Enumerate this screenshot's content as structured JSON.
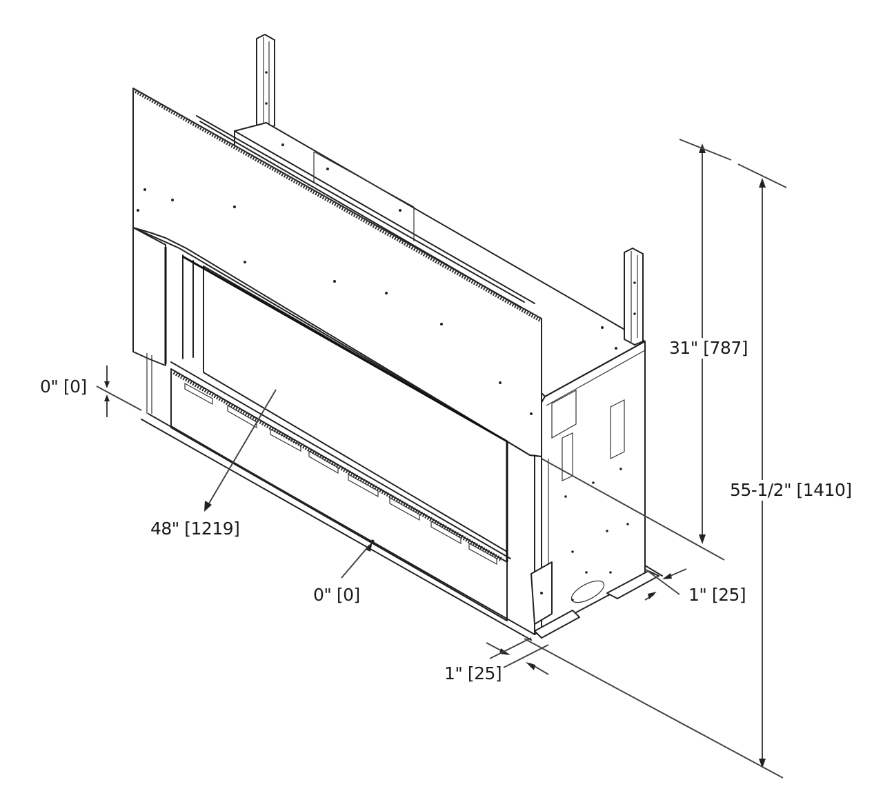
{
  "diagram": {
    "subject": "Linear fireplace unit with standoffs — isometric dimension drawing",
    "line_color": "#222222",
    "background": "#ffffff"
  },
  "dimensions": {
    "overall_height": {
      "label": "55-1/2\" [1410]",
      "imperial": "55-1/2\"",
      "metric_mm": 1410
    },
    "viewing_height": {
      "label": "31\" [787]",
      "imperial": "31\"",
      "metric_mm": 787
    },
    "viewing_width": {
      "label": "48\" [1219]",
      "imperial": "48\"",
      "metric_mm": 1219
    },
    "left_offset": {
      "label": "0\" [0]",
      "imperial": "0\"",
      "metric_mm": 0
    },
    "front_offset": {
      "label": "0\" [0]",
      "imperial": "0\"",
      "metric_mm": 0
    },
    "front_clearance": {
      "label": "1\" [25]",
      "imperial": "1\"",
      "metric_mm": 25
    },
    "side_clearance": {
      "label": "1\" [25]",
      "imperial": "1\"",
      "metric_mm": 25
    }
  }
}
